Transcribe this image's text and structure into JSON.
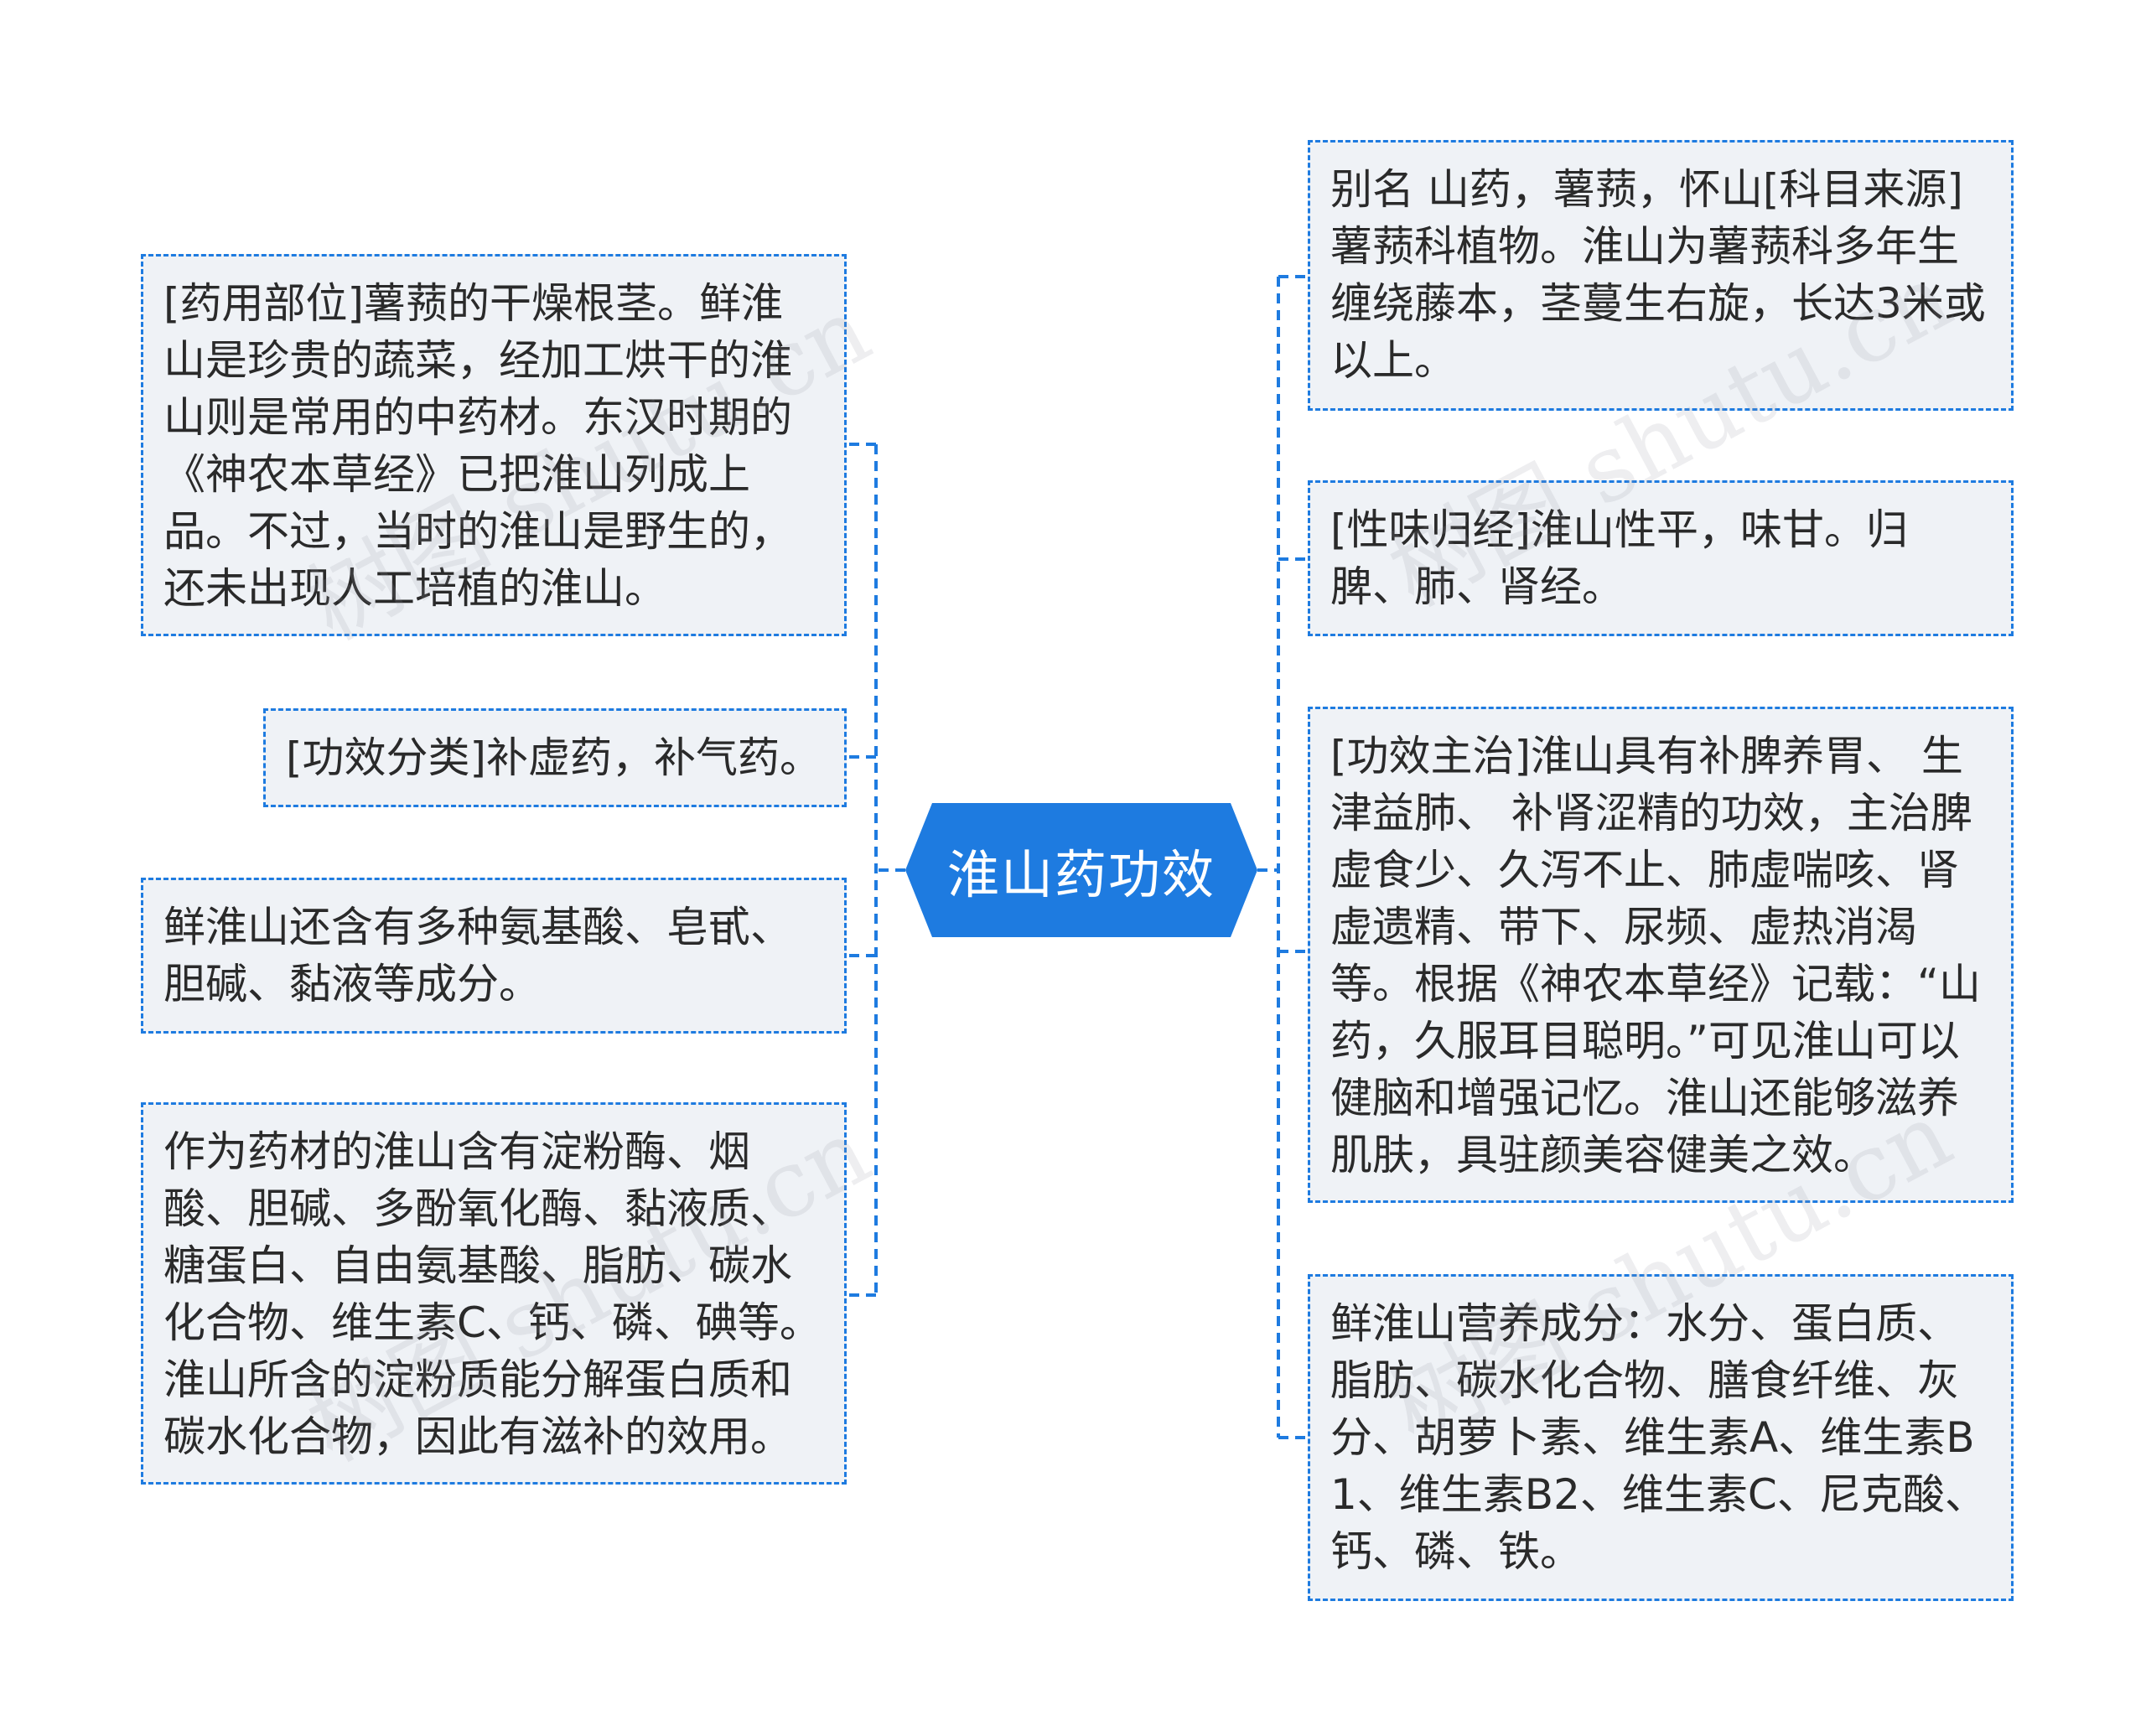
{
  "center": {
    "label": "淮山药功效"
  },
  "nodes": {
    "left_1": "[药用部位]薯蓣的干燥根茎。鲜淮山是珍贵的蔬菜，经加工烘干的淮山则是常用的中药材。东汉时期的《神农本草经》已把淮山列成上品。不过，当时的淮山是野生的，还未出现人工培植的淮山。",
    "left_2": "[功效分类]补虚药，补气药。",
    "left_3": "鲜淮山还含有多种氨基酸、皂甙、胆碱、黏液等成分。",
    "left_4": "作为药材的淮山含有淀粉酶、烟酸、胆碱、多酚氧化酶、黏液质、糖蛋白、自由氨基酸、脂肪、碳水化合物、维生素C、钙、磷、碘等。淮山所含的淀粉质能分解蛋白质和碳水化合物，因此有滋补的效用。",
    "right_1": "别名 山药，薯蓣，怀山[科目来源]薯蓣科植物。淮山为薯蓣科多年生缠绕藤本，茎蔓生右旋，长达3米或以上。",
    "right_2": "[性味归经]淮山性平，味甘。归脾、肺、肾经。",
    "right_3": "[功效主治]淮山具有补脾养胃、 生津益肺、 补肾涩精的功效，主治脾虚食少、久泻不止、肺虚喘咳、肾虚遗精、带下、尿频、虚热消渴等。根据《神农本草经》记载：“山药，久服耳目聪明。”可见淮山可以健脑和增强记忆。淮山还能够滋养肌肤，具驻颜美容健美之效。",
    "right_4": "鲜淮山营养成分：水分、蛋白质、脂肪、碳水化合物、膳食纤维、灰分、胡萝卜素、维生素A、维生素B1、维生素B2、维生素C、尼克酸、钙、磷、铁。"
  },
  "watermark": "树图 shutu.cn",
  "colors": {
    "accent": "#1e7be0",
    "node_bg": "#eff2f6",
    "center_bg": "#1e7be0"
  }
}
